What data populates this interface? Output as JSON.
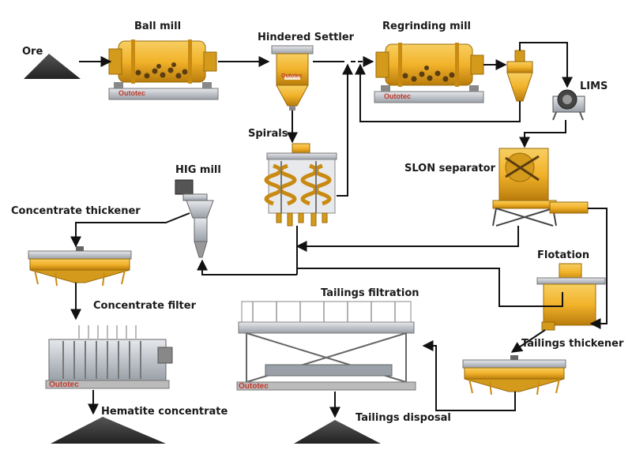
{
  "labels": {
    "ore": "Ore",
    "ball_mill": "Ball mill",
    "hindered_settler": "Hindered Settler",
    "regrinding_mill": "Regrinding mill",
    "lims": "LIMS",
    "spirals": "Spirals",
    "hig_mill": "HIG mill",
    "slon_separator": "SLON separator",
    "concentrate_thickener": "Concentrate thickener",
    "flotation": "Flotation",
    "concentrate_filter": "Concentrate filter",
    "tailings_filtration": "Tailings filtration",
    "tailings_thickener": "Tailings thickener",
    "hematite_concentrate": "Hematite concentrate",
    "tailings_disposal": "Tailings disposal"
  },
  "brand": "Outotec",
  "colors": {
    "equipment": "#f2b22a",
    "equipment_dark": "#c98a12",
    "steel": "#c9ccd2",
    "steel_dark": "#8a8f98",
    "pile": "#333333",
    "flow": "#111111"
  }
}
